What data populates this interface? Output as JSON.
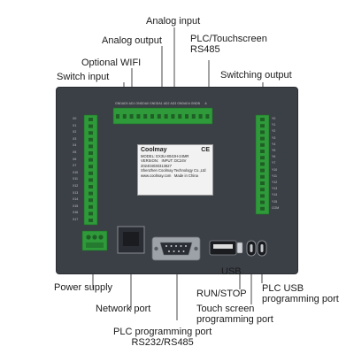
{
  "callouts": {
    "analog_input": "Analog input",
    "analog_output": "Analog output",
    "plc_touchscreen": "PLC/Touchscreen",
    "rs485_top": "RS485",
    "optional_wifi": "Optional WIFI",
    "switch_input": "Switch input",
    "switching_output": "Switching output",
    "power_supply": "Power supply",
    "network_port": "Network port",
    "usb": "USB",
    "run_stop": "RUN/STOP",
    "touch_prog_line1": "Touch screen",
    "touch_prog_line2": "programming port",
    "plc_usb_line1": "PLC USB",
    "plc_usb_line2": "programming port",
    "plc_prog_line1": "PLC programming port",
    "plc_prog_line2": "RS232/RS485"
  },
  "sticker": {
    "brand": "Coolmay",
    "model": "MODEL: EX3U-8043H-24MR",
    "version": "VERSION: ",
    "input": "INPUT: DC24V",
    "serial": "202404030313627",
    "company": "Shenzhen Coolmay Technology Co.,Ltd",
    "website": "www.coolmay.com",
    "made_in": "Made in China"
  },
  "terminals": {
    "left_labels": [
      "X0",
      "X1",
      "X2",
      "X3",
      "X4",
      "X5",
      "X6",
      "X7",
      "X10",
      "X11",
      "X12",
      "X13",
      "X14",
      "X15",
      "X16",
      "X17"
    ],
    "right_labels": [
      "Y0",
      "Y1",
      "Y2",
      "Y3",
      "Y4",
      "Y5",
      "Y6",
      "Y7",
      "Y10",
      "Y11",
      "Y12",
      "Y13",
      "Y14",
      "Y15",
      "COM"
    ],
    "top_labels": [
      "GND",
      "AD0",
      "AD1",
      "GND",
      "DA0",
      "GND",
      "DA1",
      "AD2",
      "AD3",
      "GND",
      "AD4",
      "GND",
      "B",
      "A"
    ]
  },
  "colors": {
    "background": "#ffffff",
    "device_body": "#3b3f46",
    "terminal_green": "#2f9a3a",
    "leader_line": "#1a1a1a",
    "sticker": "#f2f2f2"
  },
  "icons": [
    "ce-mark-icon",
    "db9-connector-icon",
    "rj45-port-icon",
    "usb-port-icon",
    "usb-c-port-icon",
    "run-stop-switch-icon"
  ]
}
